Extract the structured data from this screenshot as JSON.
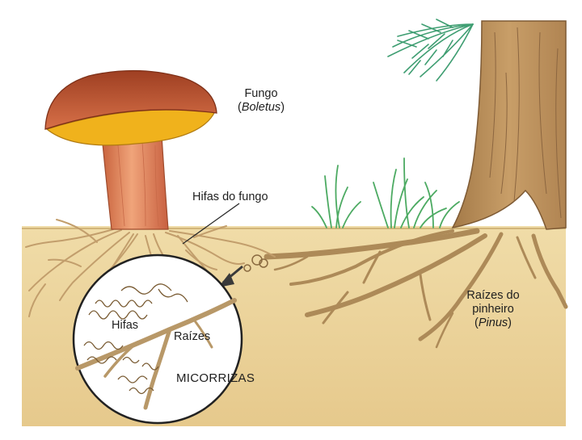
{
  "labels": {
    "fungus_line1": "Fungo",
    "fungus_line2_open": "(",
    "fungus_line2_name": "Boletus",
    "fungus_line2_close": ")",
    "hyphae_of_fungus": "Hifas do fungo",
    "pine_roots_line1": "Raízes do",
    "pine_roots_line2": "pinheiro",
    "pine_roots_line3_open": "(",
    "pine_roots_line3_name": "Pinus",
    "pine_roots_line3_close": ")",
    "inset_hyphae": "Hifas",
    "inset_roots": "Raízes",
    "inset_title": "MICORRIZAS"
  },
  "colors": {
    "soil": "#ecd49a",
    "sky": "#ffffff",
    "cap_top": "#b8542e",
    "cap_underside": "#f0b21c",
    "stem": "#e48a5e",
    "tree_bark": "#b88e5c",
    "root": "#c2a070",
    "grass": "#4caa62",
    "pine_needles": "#3f9e72",
    "inset_bg": "#ffffff"
  }
}
